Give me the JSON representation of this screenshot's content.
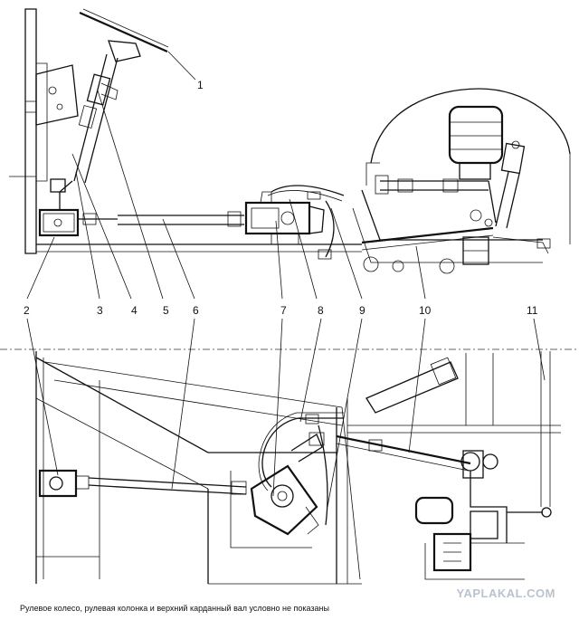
{
  "callouts": [
    "1",
    "2",
    "3",
    "4",
    "5",
    "6",
    "7",
    "8",
    "9",
    "10",
    "11"
  ],
  "caption": "Рулевое колесо, рулевая колонка и верхний карданный вал условно не показаны",
  "watermark": "YAPLAKAL.COM",
  "colors": {
    "line": "#111111",
    "watermark": "#b9c3cf",
    "background": "#ffffff"
  }
}
